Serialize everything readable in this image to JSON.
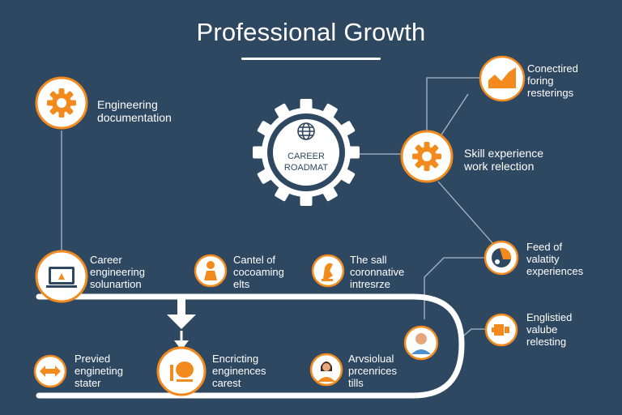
{
  "title": "Professional Growth",
  "center_gear": {
    "line1": "CAREER",
    "line2": "ROADMAT"
  },
  "nodes": [
    {
      "id": "engineering-documentation",
      "icon": "gear-icon",
      "lines": [
        "Engineering",
        "documentation"
      ]
    },
    {
      "id": "conectired",
      "icon": "chart-icon",
      "lines": [
        "Conectired",
        "foring",
        "resterings"
      ]
    },
    {
      "id": "skill-experience",
      "icon": "gear-icon",
      "lines": [
        "Skill experience",
        "work relection"
      ]
    },
    {
      "id": "feed-of-valatity",
      "icon": "globe-icon",
      "lines": [
        "Feed of",
        "valatity",
        "experiences"
      ]
    },
    {
      "id": "career-engineering",
      "icon": "laptop-icon",
      "lines": [
        "Career",
        "engineering",
        "solunartion"
      ]
    },
    {
      "id": "cantel-of",
      "icon": "person-icon",
      "lines": [
        "Cantel of",
        "cocoaming",
        "elts"
      ]
    },
    {
      "id": "the-sall",
      "icon": "hand-icon",
      "lines": [
        "The sall",
        "coronnative",
        "intresrze"
      ]
    },
    {
      "id": "englistied",
      "icon": "tools-icon",
      "lines": [
        "Englistied",
        "valube",
        "relesting"
      ]
    },
    {
      "id": "person-avatar",
      "icon": "avatar-icon",
      "lines": []
    },
    {
      "id": "previed",
      "icon": "arrows-icon",
      "lines": [
        "Previed",
        "engineting",
        "stater"
      ]
    },
    {
      "id": "encricting",
      "icon": "brain-icon",
      "lines": [
        "Encricting",
        "enginences",
        "carest"
      ]
    },
    {
      "id": "arvsiolual",
      "icon": "woman-icon",
      "lines": [
        "Arvsiolual",
        "prcenrices",
        "tills"
      ]
    }
  ],
  "colors": {
    "background": "#2f4862",
    "accent": "#f28a1e",
    "line": "#ffffff",
    "muted": "#9fb1c3"
  }
}
